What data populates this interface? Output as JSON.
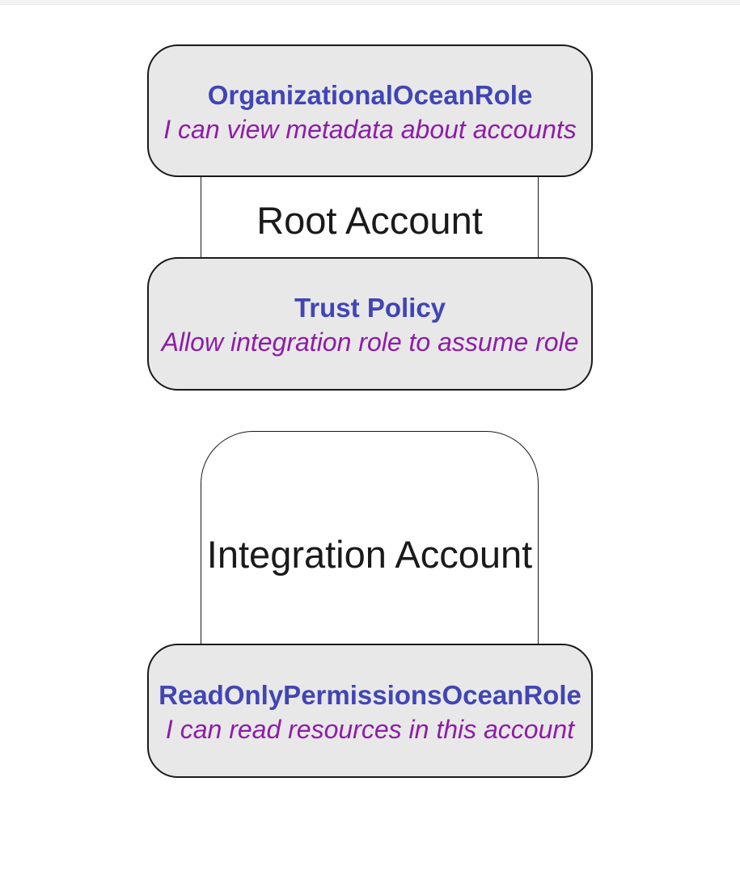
{
  "diagram": {
    "type": "flowchart",
    "background": "#ffffff",
    "colors": {
      "node_fill": "#e8e8e8",
      "node_border": "#1a1a1a",
      "cluster_border": "#1a1a1a",
      "cluster_label_color": "#1a1a1a",
      "role_name_color": "#4145b5",
      "role_desc_color": "#8e1ca7"
    },
    "clusters": [
      {
        "label": "Root Account",
        "nodes": [
          {
            "title": "OrganizationalOceanRole",
            "desc": "I can view metadata about accounts"
          },
          {
            "title": "Trust Policy",
            "desc": "Allow integration role to assume role"
          }
        ]
      },
      {
        "label": "Integration Account",
        "nodes": [
          {
            "title": "ReadOnlyPermissionsOceanRole",
            "desc": "I can read resources in this account"
          }
        ]
      }
    ]
  }
}
